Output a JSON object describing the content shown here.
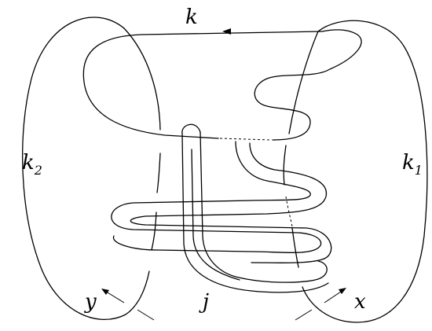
{
  "labels": {
    "k": "k",
    "k1_base": "k",
    "k1_sub": "1",
    "k2_base": "k",
    "k2_sub": "2",
    "j": "j",
    "x": "x",
    "y": "y"
  },
  "colors": {
    "stroke": "#000000",
    "background": "#ffffff"
  }
}
